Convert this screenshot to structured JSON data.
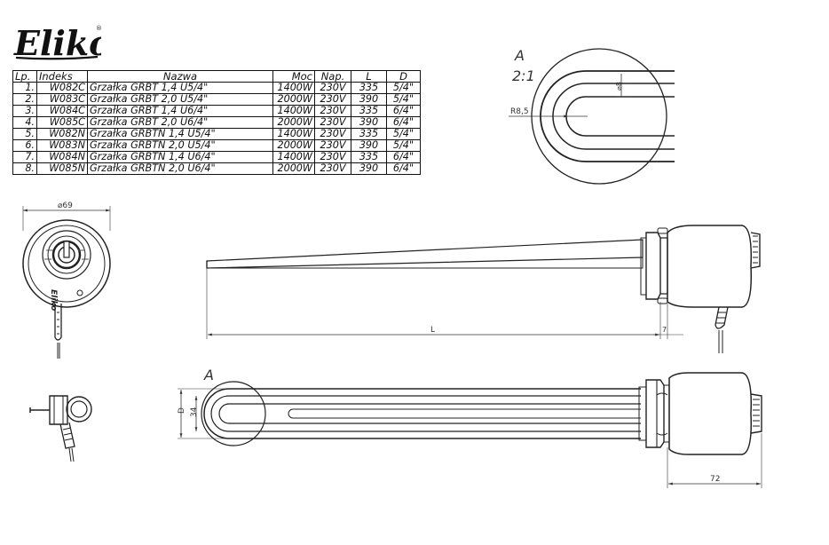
{
  "brand": {
    "logo_text": "Eliko",
    "registered_mark": "®"
  },
  "table": {
    "headers": [
      "Lp.",
      "Indeks",
      "Nazwa",
      "Moc",
      "Nap.",
      "L",
      "D"
    ],
    "rows": [
      [
        "1.",
        "W082C",
        "Grzałka GRBT 1,4 U5/4\"",
        "1400W",
        "230V",
        "335",
        "5/4\""
      ],
      [
        "2.",
        "W083C",
        "Grzałka GRBT 2,0 U5/4\"",
        "2000W",
        "230V",
        "390",
        "5/4\""
      ],
      [
        "3.",
        "W084C",
        "Grzałka GRBT 1,4 U6/4\"",
        "1400W",
        "230V",
        "335",
        "6/4\""
      ],
      [
        "4.",
        "W085C",
        "Grzałka GRBT 2,0 U6/4\"",
        "2000W",
        "230V",
        "390",
        "6/4\""
      ],
      [
        "5.",
        "W082N",
        "Grzałka GRBTN 1,4 U5/4\"",
        "1400W",
        "230V",
        "335",
        "5/4\""
      ],
      [
        "6.",
        "W083N",
        "Grzałka GRBTN 2,0 U5/4\"",
        "2000W",
        "230V",
        "390",
        "5/4\""
      ],
      [
        "7.",
        "W084N",
        "Grzałka GRBTN 1,4 U6/4\"",
        "1400W",
        "230V",
        "335",
        "6/4\""
      ],
      [
        "8.",
        "W085N",
        "Grzałka GRBTN 2,0 U6/4\"",
        "2000W",
        "230V",
        "390",
        "6/4\""
      ]
    ]
  },
  "detail": {
    "label": "A",
    "scale": "2:1",
    "radius": "R8,5",
    "diameter": "⌀8"
  },
  "front_view": {
    "diameter": "⌀69",
    "brand": "Eliko"
  },
  "side_view": {
    "length_label": "L",
    "offset": "7"
  },
  "top_view": {
    "detail_label": "A",
    "dim_d": "D",
    "dim_34": "34",
    "dim_72": "72"
  }
}
